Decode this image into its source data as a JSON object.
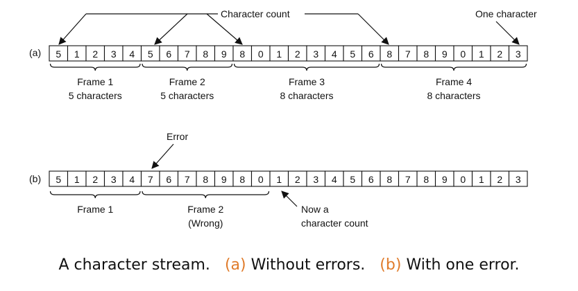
{
  "labels": {
    "character_count": "Character count",
    "one_character": "One character",
    "error": "Error",
    "now_a": "Now a",
    "character_count_lower": "character count"
  },
  "row_a": {
    "tag": "(a)",
    "cells": [
      "5",
      "1",
      "2",
      "3",
      "4",
      "5",
      "6",
      "7",
      "8",
      "9",
      "8",
      "0",
      "1",
      "2",
      "3",
      "4",
      "5",
      "6",
      "8",
      "7",
      "8",
      "9",
      "0",
      "1",
      "2",
      "3"
    ],
    "frames": [
      {
        "line1": "Frame 1",
        "line2": "5 characters",
        "start": 0,
        "end": 5
      },
      {
        "line1": "Frame 2",
        "line2": "5 characters",
        "start": 5,
        "end": 10
      },
      {
        "line1": "Frame 3",
        "line2": "8 characters",
        "start": 10,
        "end": 18
      },
      {
        "line1": "Frame 4",
        "line2": "8 characters",
        "start": 18,
        "end": 26
      }
    ]
  },
  "row_b": {
    "tag": "(b)",
    "cells": [
      "5",
      "1",
      "2",
      "3",
      "4",
      "7",
      "6",
      "7",
      "8",
      "9",
      "8",
      "0",
      "1",
      "2",
      "3",
      "4",
      "5",
      "6",
      "8",
      "7",
      "8",
      "9",
      "0",
      "1",
      "2",
      "3"
    ],
    "frames": [
      {
        "line1": "Frame 1",
        "line2": "",
        "start": 0,
        "end": 5
      },
      {
        "line1": "Frame 2",
        "line2": "(Wrong)",
        "start": 5,
        "end": 12
      }
    ]
  },
  "caption": {
    "title": "A character stream.",
    "a_tag": "(a)",
    "a_text": "Without errors.",
    "b_tag": "(b)",
    "b_text": "With one error."
  },
  "colors": {
    "accent": "#e07b2a",
    "ink": "#111111"
  }
}
